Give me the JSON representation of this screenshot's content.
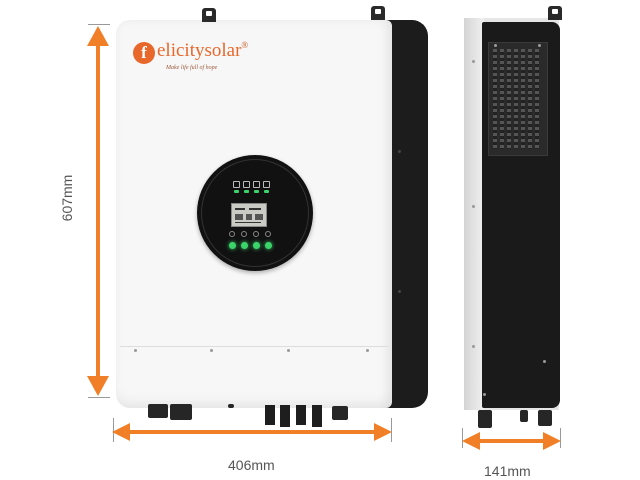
{
  "brand": {
    "logo_letter": "f",
    "name": "elicitysolar",
    "registered": "®",
    "tagline": "Make life full of hope"
  },
  "dimensions": {
    "height": "607mm",
    "width": "406mm",
    "depth": "141mm"
  },
  "colors": {
    "accent": "#f07f28",
    "brand": "#e8672b",
    "indicator_green": "#3bd46a"
  }
}
